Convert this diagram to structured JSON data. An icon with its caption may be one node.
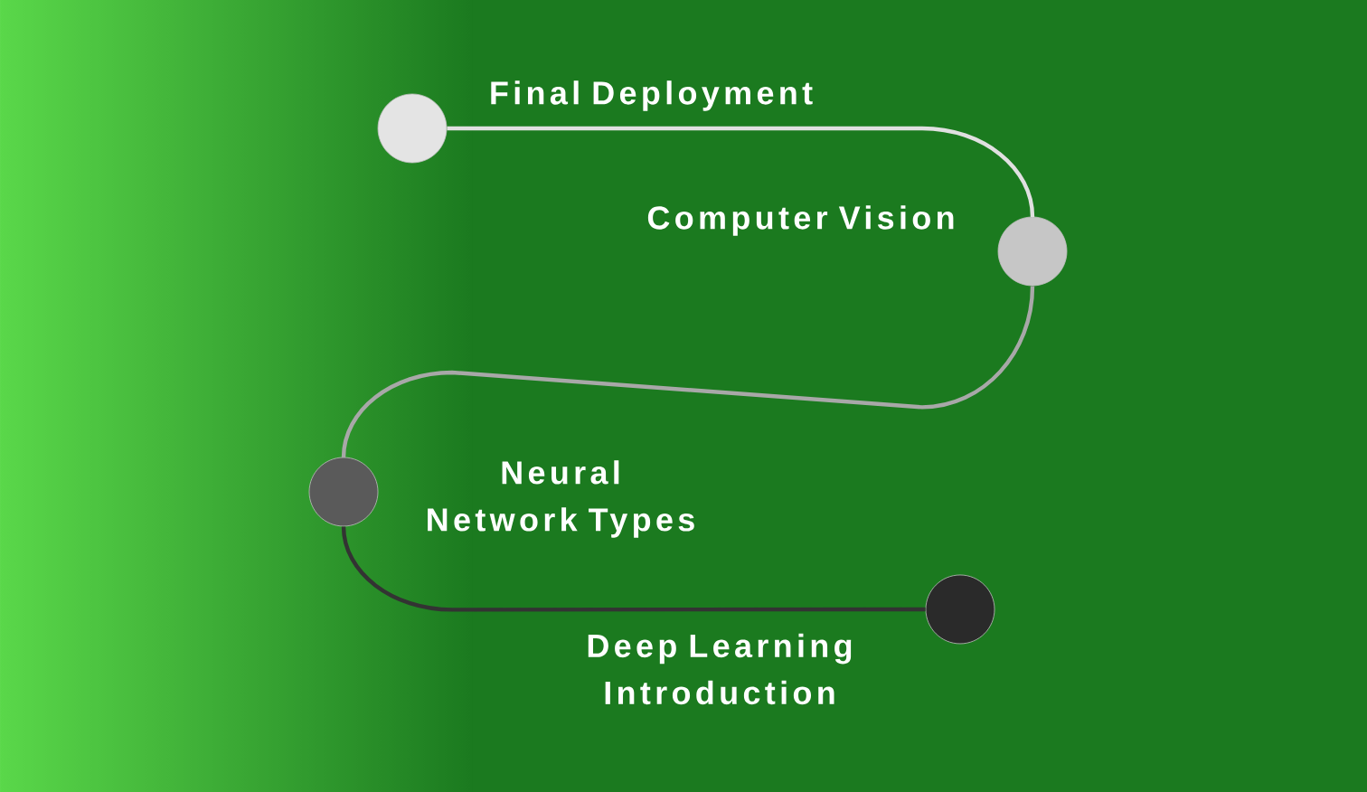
{
  "diagram": {
    "nodes": [
      {
        "text": [],
        "shape": "circle",
        "beside": [
          "Final Deployment"
        ]
      },
      {
        "text": [],
        "shape": "circle",
        "beside": [
          "Computer Vision"
        ]
      },
      {
        "text": [],
        "shape": "circle",
        "beside": [
          "Neural Network Types"
        ]
      },
      {
        "text": [],
        "shape": "circle",
        "beside": [
          "Deep Learning Introduction"
        ]
      }
    ],
    "edges": [
      {
        "from": 0,
        "to": 1,
        "arrow": "none",
        "color": "#e0e0e0"
      },
      {
        "from": 1,
        "to": 2,
        "arrow": "none",
        "color": "#a8a8a8"
      },
      {
        "from": 2,
        "to": 3,
        "arrow": "none",
        "color": "#333333"
      }
    ]
  }
}
